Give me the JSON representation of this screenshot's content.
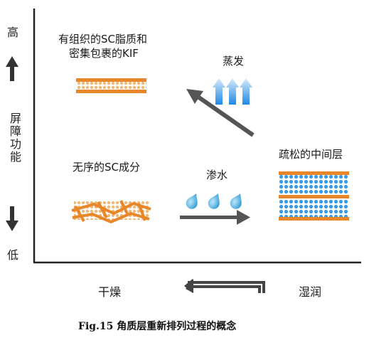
{
  "y_axis": {
    "high": "高",
    "title": "屏障功能",
    "low": "低"
  },
  "labels": {
    "organized_kif_line1": "有组织的SC脂质和",
    "organized_kif_line2": "密集包裹的KIF",
    "evaporation": "蒸发",
    "loose_middle_layer": "疏松的中间层",
    "disordered_sc": "无序的SC成分",
    "water_penetration": "渗水"
  },
  "x_axis": {
    "dry": "干燥",
    "wet": "湿润"
  },
  "caption": "Fig.15  角质层重新排列过程的概念",
  "colors": {
    "orange": "#e8862a",
    "dot": "#f4c690",
    "blue_dot": "#2f8fe0",
    "arrow_gray": "#555555",
    "axis": "#222222",
    "drop_blue": "#2b9fd8"
  },
  "icons": [
    "up-arrow-icon",
    "down-arrow-icon",
    "evaporation-arrows-icon",
    "water-drop-icon",
    "return-arrow-icon"
  ]
}
